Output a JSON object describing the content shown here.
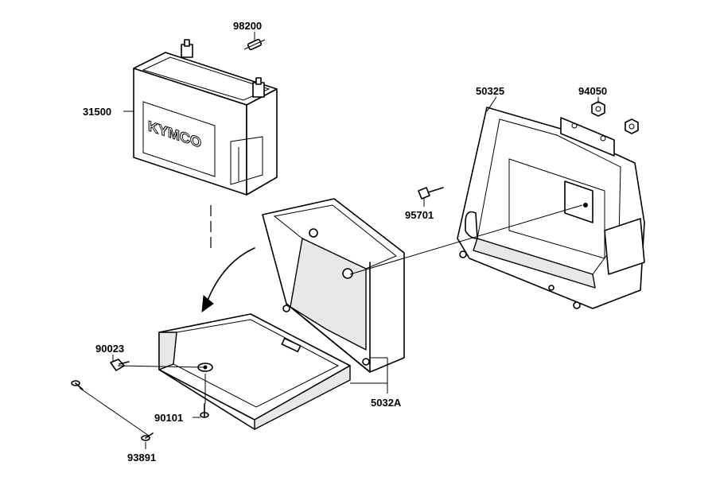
{
  "parts": [
    {
      "id": "p98200",
      "number": "98200"
    },
    {
      "id": "p31500",
      "number": "31500"
    },
    {
      "id": "p50325",
      "number": "50325"
    },
    {
      "id": "p94050",
      "number": "94050"
    },
    {
      "id": "p95701",
      "number": "95701"
    },
    {
      "id": "p90023",
      "number": "90023"
    },
    {
      "id": "p5032A",
      "number": "5032A"
    },
    {
      "id": "p90101",
      "number": "90101"
    },
    {
      "id": "p93891",
      "number": "93891"
    }
  ],
  "battery_brand": "KYMCO"
}
